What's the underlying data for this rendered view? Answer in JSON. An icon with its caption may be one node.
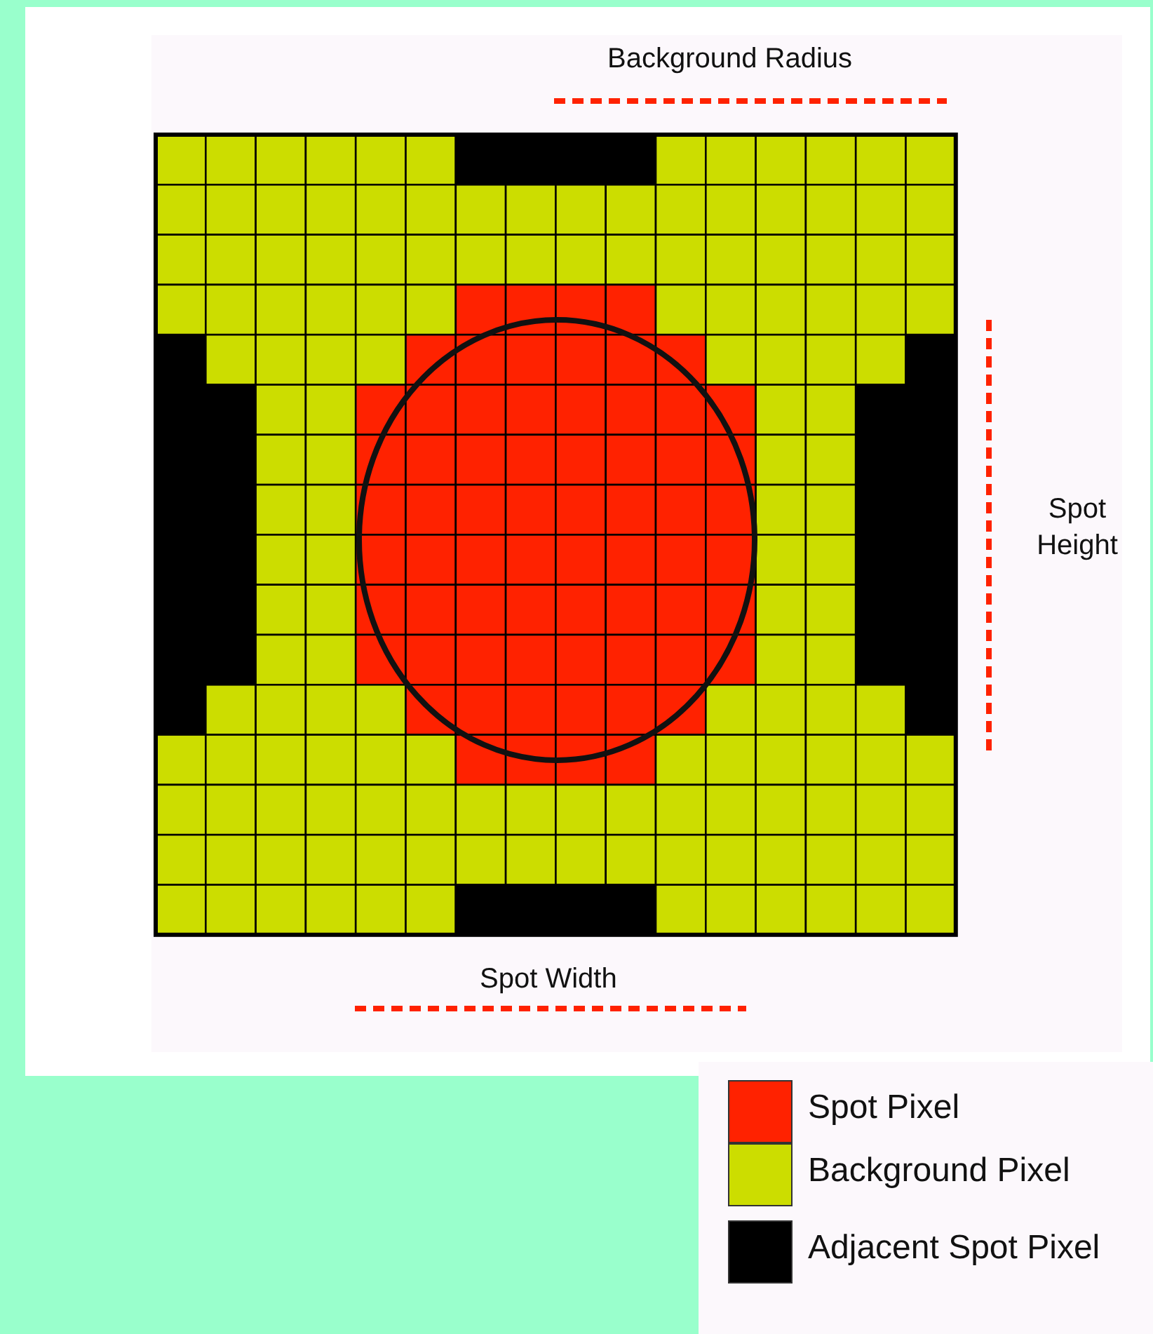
{
  "diagram": {
    "labels": [
      "Background Radius",
      "Spot Height",
      "Spot Width"
    ],
    "legend": [
      {
        "text": "Spot Pixel",
        "color": "#ff2200"
      },
      {
        "text": "Background Pixel",
        "color": "#ccdd00"
      },
      {
        "text": "Adjacent Spot Pixel",
        "color": "#000000"
      }
    ]
  }
}
